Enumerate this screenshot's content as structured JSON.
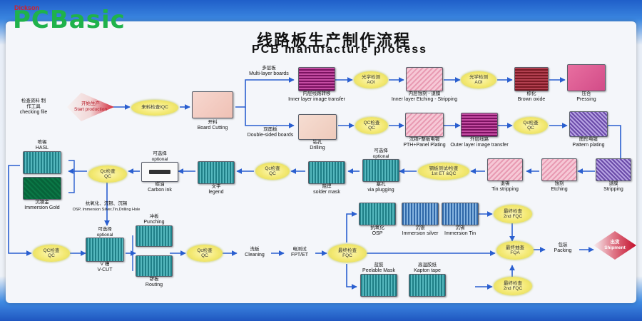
{
  "header": {
    "logo_top": "Dickson",
    "logo_brand": "PCBasic",
    "title_cn": "线路板生产制作流程",
    "title_en": "PCB manufacture process"
  },
  "nodes": {
    "checking_file": {
      "cn": "检查资料 制作工具",
      "en": "checking file"
    },
    "start_production": {
      "cn": "开始生产",
      "en": "Start production"
    },
    "incoming_iqc": {
      "cn": "来料检查IQC",
      "en": ""
    },
    "board_cutting": {
      "cn": "开料",
      "en": "Board Cutting"
    },
    "multilayer": {
      "cn": "多层板",
      "en": "Multi-layer boards"
    },
    "double_sided": {
      "cn": "双面板",
      "en": "Double-sided boards"
    },
    "inner_transfer": {
      "cn": "内层线路转移",
      "en": "Inner layer image transfer"
    },
    "aoi1": {
      "cn": "光学检测",
      "en": "AOI"
    },
    "inner_etching": {
      "cn": "内层蚀刻 - 退膜",
      "en": "Inner layer Etching - Stripping"
    },
    "aoi2": {
      "cn": "光学检测",
      "en": "AOI"
    },
    "brown_oxide": {
      "cn": "棕化",
      "en": "Brown oxide"
    },
    "pressing": {
      "cn": "压合",
      "en": "Pressing"
    },
    "drilling": {
      "cn": "钻孔",
      "en": "Drilling"
    },
    "qc1": {
      "cn": "QC检查",
      "en": "QC"
    },
    "pth": {
      "cn": "沉铜+整板电镀",
      "en": "PTH+Panel Plating"
    },
    "outer_transfer": {
      "cn": "外层线路",
      "en": "Outer layer image transfer"
    },
    "qc2": {
      "cn": "Qc检查",
      "en": "QC"
    },
    "pattern_plating": {
      "cn": "图形电镀",
      "en": "Pattern plating"
    },
    "stripping": {
      "cn": "退膜",
      "en": "Stripping"
    },
    "etching": {
      "cn": "蚀刻",
      "en": "Etching"
    },
    "tin_stripping": {
      "cn": "退锡",
      "en": "Tin stripping"
    },
    "first_et": {
      "cn": "钢板测试/检查",
      "en": "1st ET &QC"
    },
    "via_plugging": {
      "cn": "塞孔",
      "en": "via plugging",
      "top_cn": "可选择",
      "top_en": "optional"
    },
    "solder_mask": {
      "cn": "阻焊",
      "en": "solder mask"
    },
    "qc3": {
      "cn": "Qc检查",
      "en": "QC"
    },
    "legend": {
      "cn": "文字",
      "en": "legend"
    },
    "carbon_ink": {
      "cn": "碳油",
      "en": "Carbon ink",
      "top_cn": "可选择",
      "top_en": "optional"
    },
    "qc4": {
      "cn": "Qc检查",
      "en": "QC"
    },
    "hasl": {
      "cn": "喷锡",
      "en": "HASL"
    },
    "immersion_gold": {
      "cn": "沉镍金",
      "en": "Immersion Gold"
    },
    "finish_note": {
      "cn": "抗氧化、沉银、沉锡",
      "en": "OSP, Immersion Silver,Tin,Drilling Hole"
    },
    "qc5": {
      "cn": "QC检查",
      "en": "QC"
    },
    "vcut": {
      "cn": "V 槽",
      "en": "V-CUT",
      "top_cn": "可选择",
      "top_en": "optional"
    },
    "punching": {
      "cn": "冲板",
      "en": "Punching"
    },
    "routing": {
      "cn": "锣板",
      "en": "Routing"
    },
    "qc6": {
      "cn": "Qc检查",
      "en": "QC"
    },
    "cleaning": {
      "cn": "洗板",
      "en": "Cleaning"
    },
    "fpt_et": {
      "cn": "电测试",
      "en": "FPT/ET"
    },
    "fqc1": {
      "cn": "最终检查",
      "en": "FQC"
    },
    "osp": {
      "cn": "抗氧化",
      "en": "OSP"
    },
    "immersion_silver": {
      "cn": "沉银",
      "en": "Immersion silver"
    },
    "immersion_tin": {
      "cn": "沉锡",
      "en": "Immersion Tin"
    },
    "peelable_mask": {
      "cn": "蓝胶",
      "en": "Peelable Mask"
    },
    "kapton_tape": {
      "cn": "高温胶纸",
      "en": "Kapton tape"
    },
    "fqc_2nd_a": {
      "cn": "最终检查",
      "en": "2nd FQC"
    },
    "fqa": {
      "cn": "最终抽查",
      "en": "FQA"
    },
    "fqc_2nd_b": {
      "cn": "最终检查",
      "en": "2nd FQC"
    },
    "packing": {
      "cn": "包装",
      "en": "Packing"
    },
    "shipment": {
      "cn": "出货",
      "en": "Shipment"
    }
  },
  "colors": {
    "accent_blue": "#1f5fc9",
    "logo_green": "#1fb24b",
    "logo_red": "#d21f2a",
    "arrow_blue": "#2a5fd0",
    "qc_yellow": "#f3e870",
    "shipment_red": "#c4102c"
  }
}
